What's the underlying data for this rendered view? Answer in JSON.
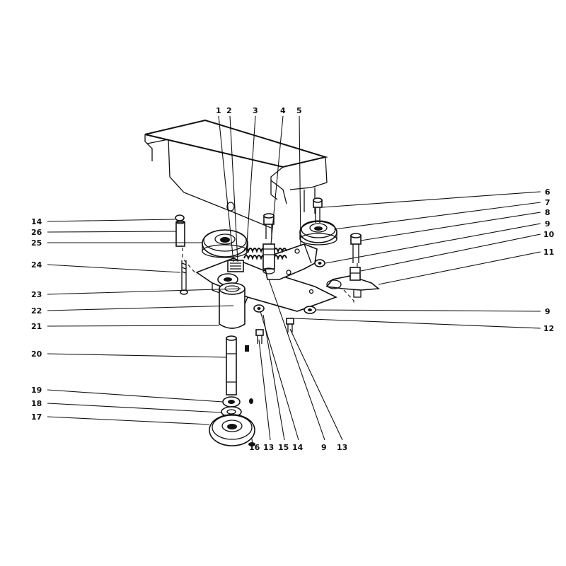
{
  "callouts": {
    "c1": "1",
    "c2": "2",
    "c3": "3",
    "c4": "4",
    "c5": "5",
    "c6": "6",
    "c7": "7",
    "c8": "8",
    "c9a": "9",
    "c10": "10",
    "c11": "11",
    "c9b": "9",
    "c12": "12",
    "c13a": "13",
    "c9c": "9",
    "c14a": "14",
    "c15": "15",
    "c13b": "13",
    "c16": "16",
    "c14b": "14",
    "c26": "26",
    "c25": "25",
    "c24": "24",
    "c23": "23",
    "c22": "22",
    "c21": "21",
    "c20": "20",
    "c19": "19",
    "c18": "18",
    "c17": "17"
  }
}
